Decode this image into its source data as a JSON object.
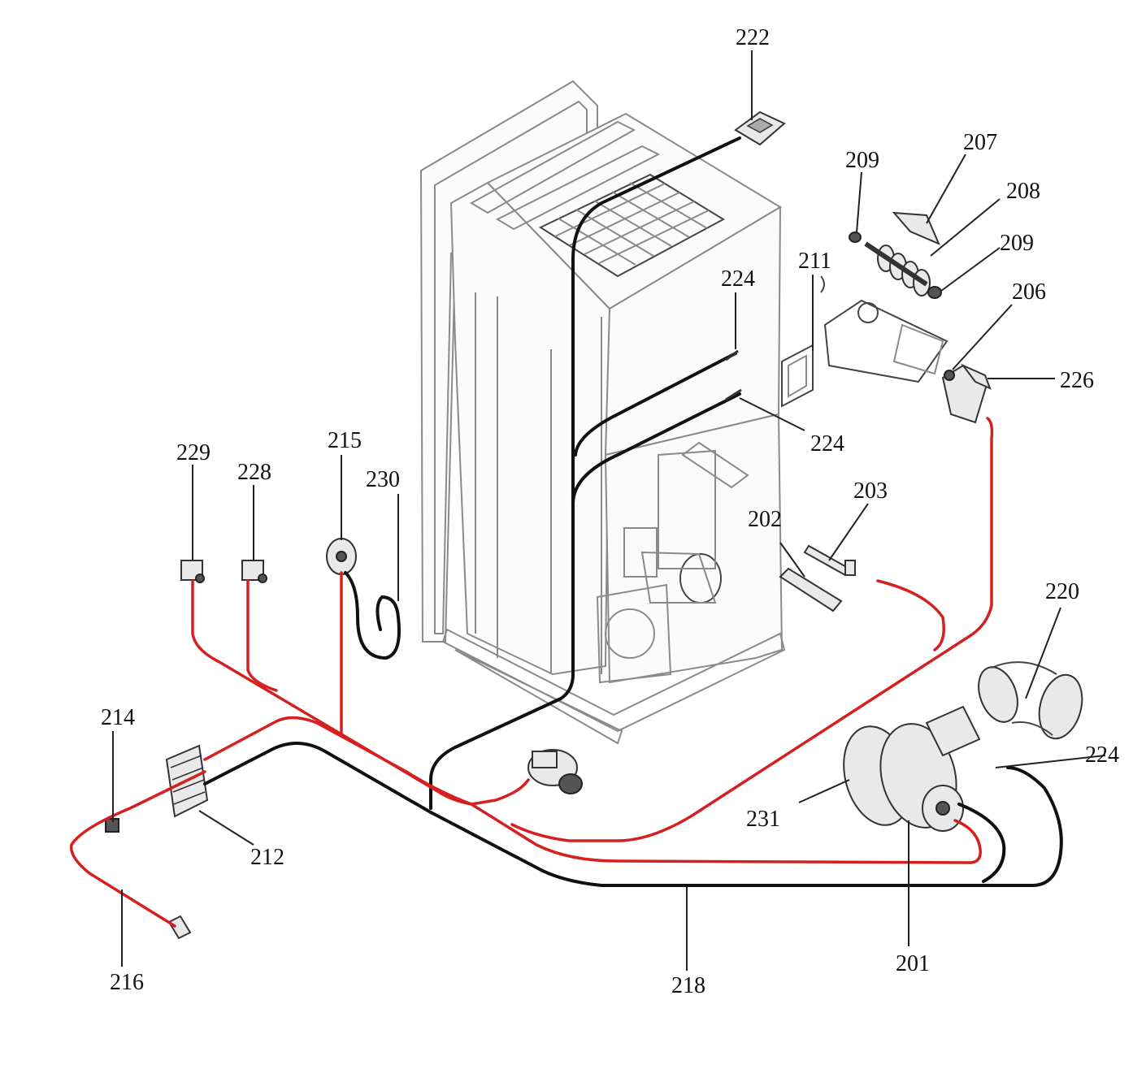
{
  "diagram": {
    "labels": {
      "l201": "201",
      "l202": "202",
      "l203": "203",
      "l206": "206",
      "l207": "207",
      "l208": "208",
      "l209a": "209",
      "l209b": "209",
      "l211": "211",
      "l212": "212",
      "l214": "214",
      "l215": "215",
      "l216": "216",
      "l218": "218",
      "l220": "220",
      "l222": "222",
      "l224a": "224",
      "l224b": "224",
      "l224c": "224",
      "l226": "226",
      "l228": "228",
      "l229": "229",
      "l230": "230",
      "l231": "231"
    },
    "colors": {
      "wire_power": "#d42020",
      "wire_signal": "#111111",
      "outline": "#8a8a8a"
    }
  }
}
